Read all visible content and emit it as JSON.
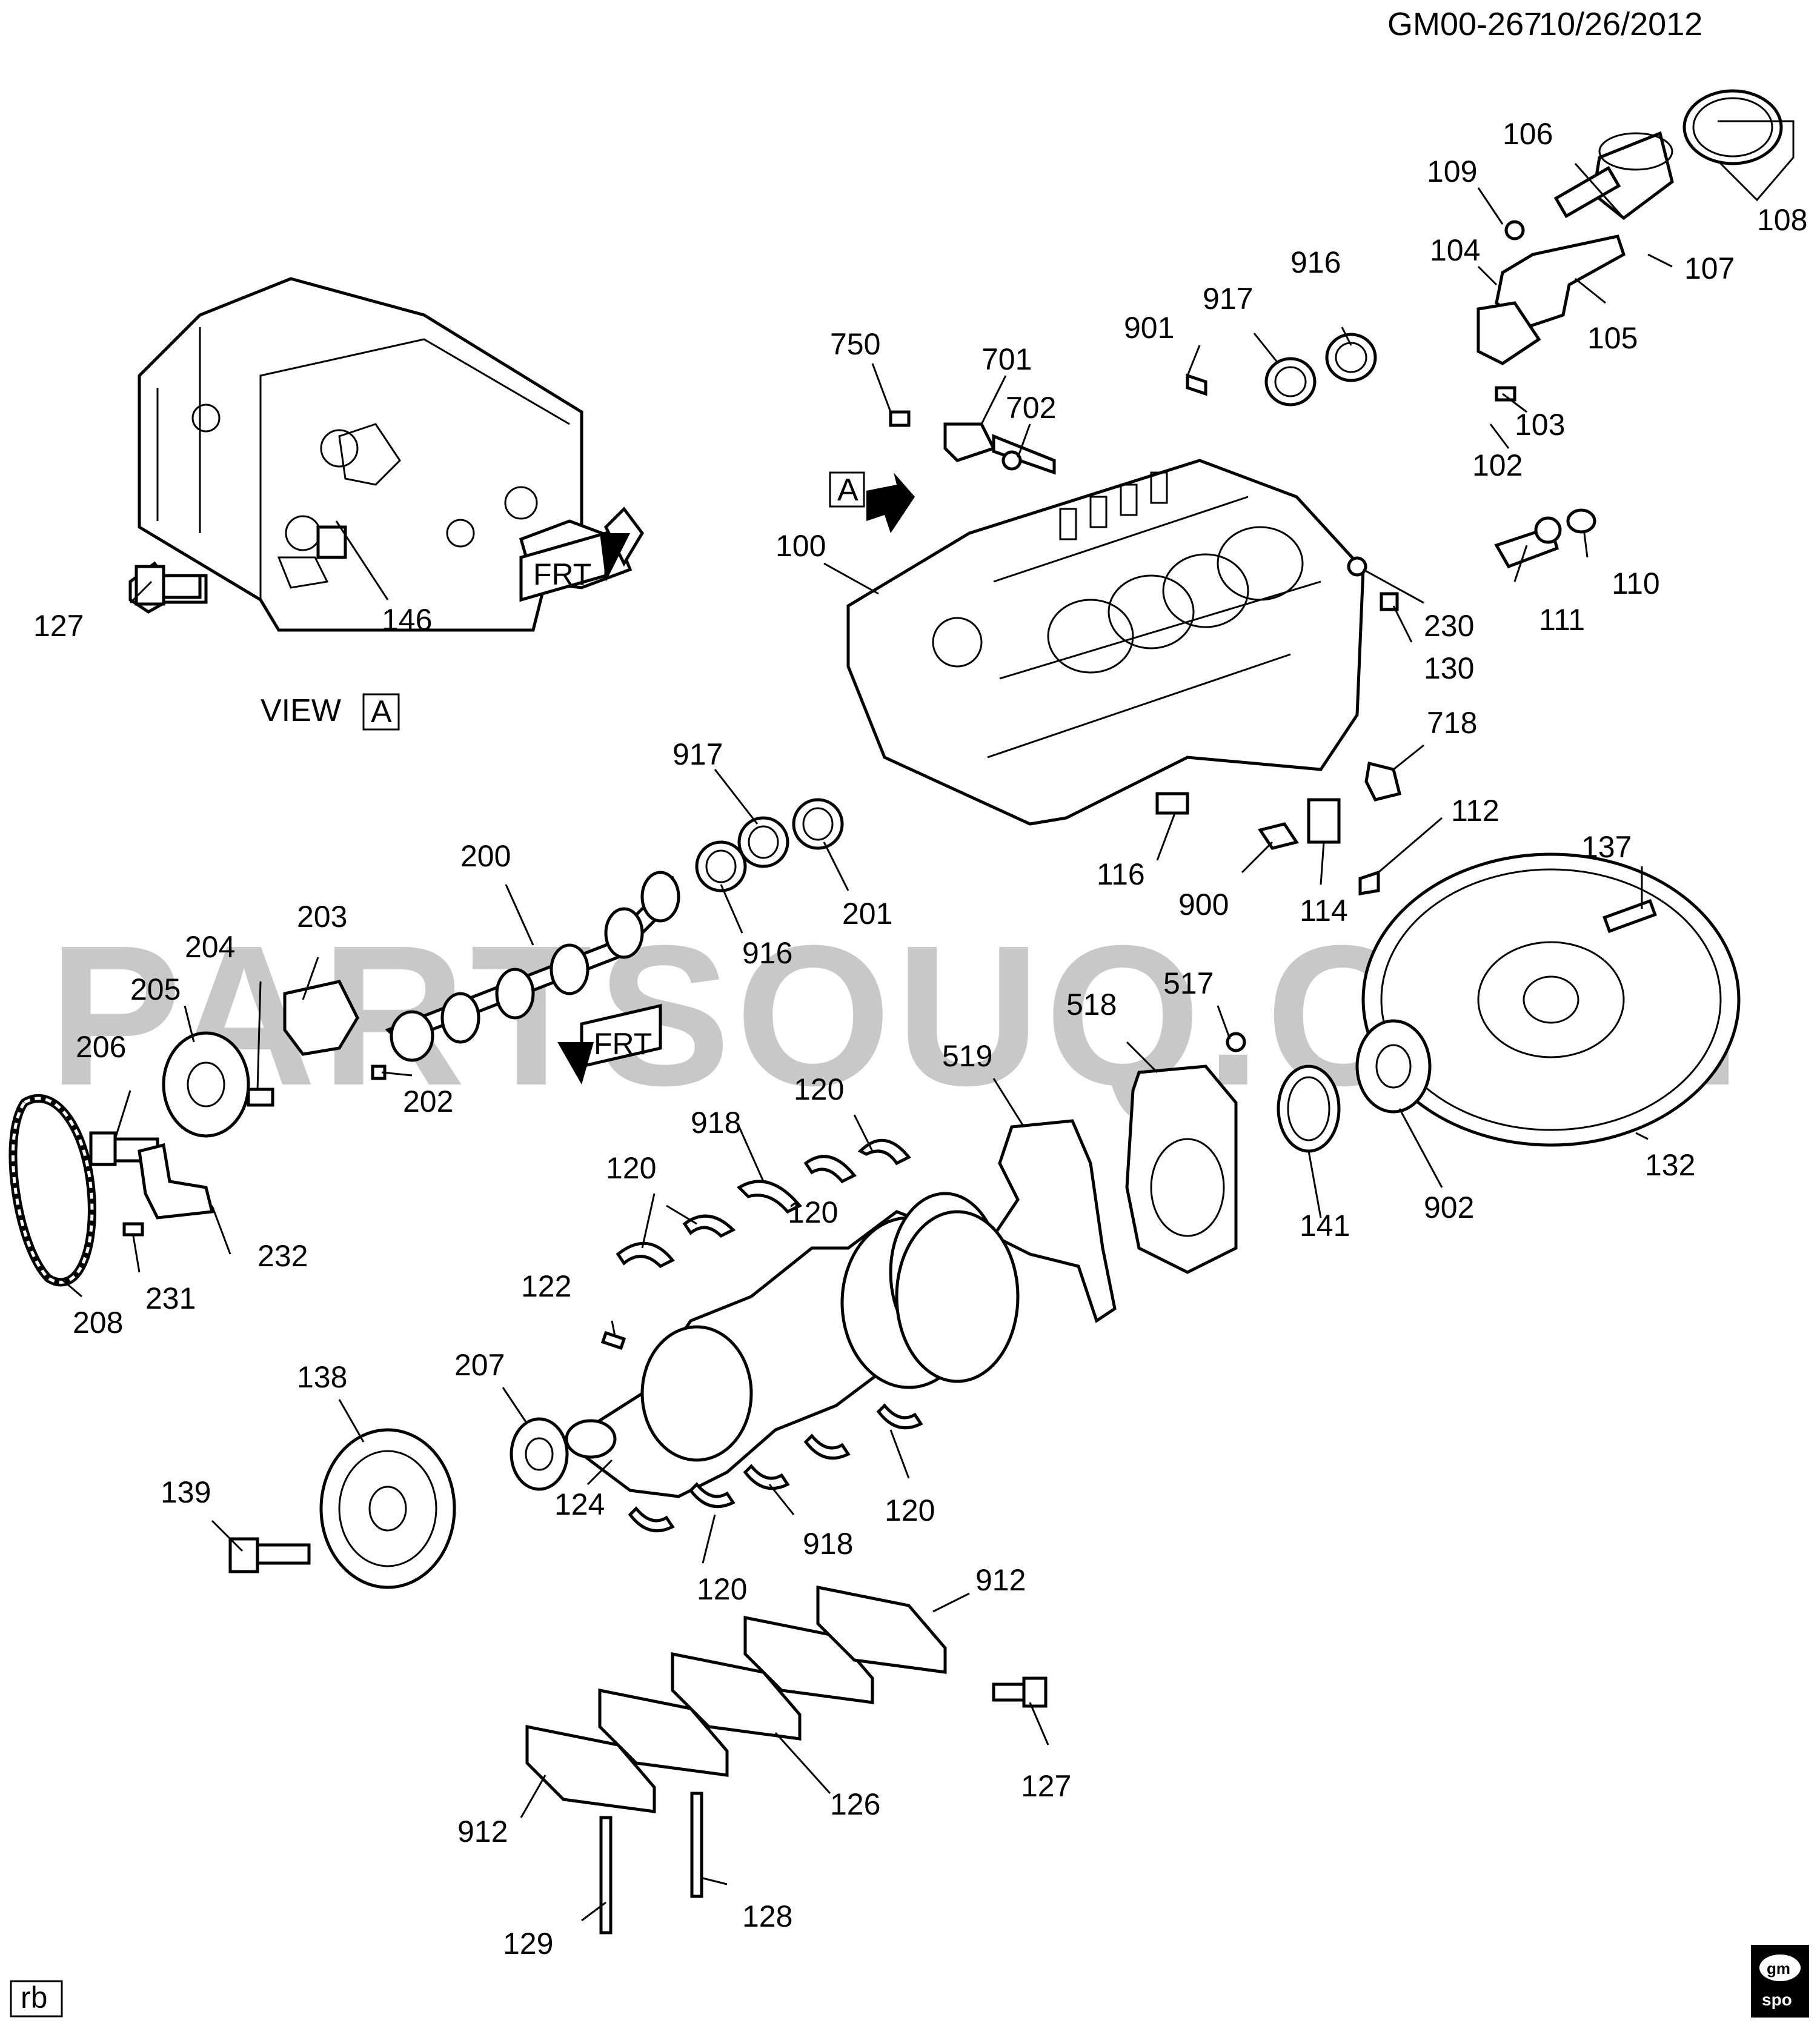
{
  "header": {
    "code": "GM00-267",
    "date": "10/26/2012"
  },
  "view_caption": {
    "text": "VIEW",
    "marker": "A"
  },
  "view_arrow_marker": "A",
  "front_label": "FRT",
  "watermark": "PARTSOUQ.COM",
  "corner_tag": "rb",
  "logo": {
    "top": "gm",
    "bottom": "spo"
  },
  "callouts": [
    "106",
    "109",
    "108",
    "107",
    "104",
    "105",
    "103",
    "102",
    "916",
    "917",
    "901",
    "750",
    "701",
    "702",
    "100",
    "230",
    "111",
    "110",
    "130",
    "718",
    "112",
    "137",
    "127",
    "146",
    "917",
    "200",
    "916",
    "201",
    "116",
    "900",
    "114",
    "203",
    "204",
    "205",
    "206",
    "202",
    "517",
    "518",
    "519",
    "120",
    "918",
    "120",
    "141",
    "902",
    "132",
    "232",
    "231",
    "208",
    "120",
    "122",
    "138",
    "207",
    "139",
    "124",
    "918",
    "120",
    "120",
    "912",
    "127",
    "912",
    "126",
    "129",
    "128"
  ]
}
